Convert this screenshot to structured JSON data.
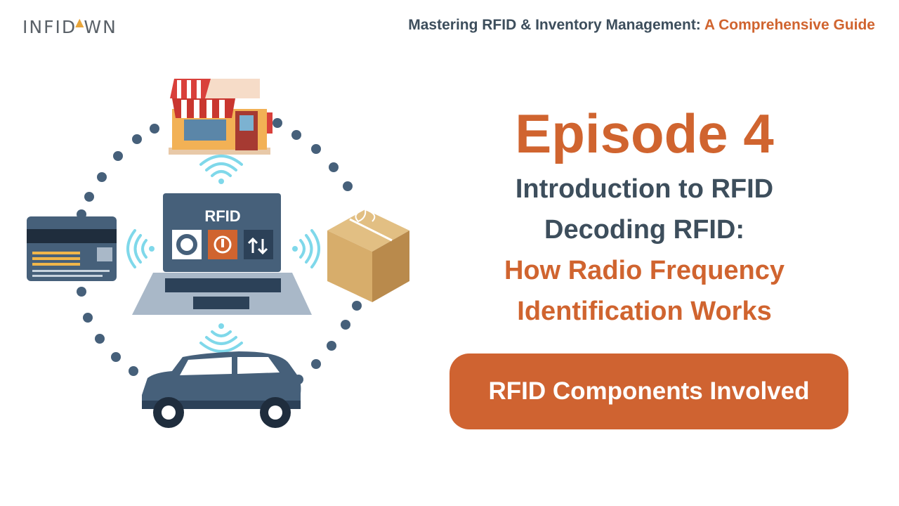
{
  "brand": {
    "name_pre": "INFID",
    "name_post": "WN"
  },
  "header": {
    "series_title": "Mastering RFID & Inventory Management:",
    "series_subtitle": "A Comprehensive Guide"
  },
  "illustration": {
    "laptop_label": "RFID"
  },
  "episode": {
    "number": "Episode 4",
    "line1": "Introduction to RFID",
    "line2": "Decoding RFID:",
    "line3": "How Radio Frequency",
    "line4": "Identification Works"
  },
  "section_badge": "RFID Components Involved",
  "colors": {
    "accent": "#d0642f",
    "navy": "#3d4e5c",
    "wave": "#7fd8ea"
  }
}
